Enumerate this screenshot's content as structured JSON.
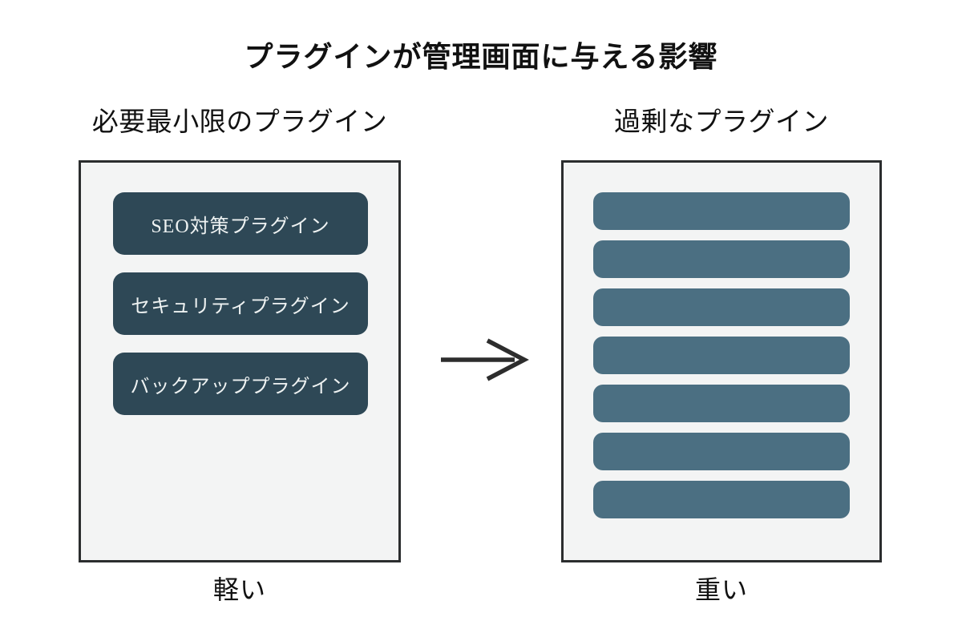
{
  "title": "プラグインが管理画面に与える影響",
  "left_panel": {
    "heading": "必要最小限のプラグイン",
    "plugins": [
      "SEO対策プラグイン",
      "セキュリティプラグイン",
      "バックアッププラグイン"
    ],
    "caption": "軽い"
  },
  "right_panel": {
    "heading": "過剰なプラグイン",
    "bar_count": 7,
    "caption": "重い"
  },
  "arrow": {
    "direction": "right"
  },
  "colors": {
    "page_bg": "#ffffff",
    "panel_bg": "#f3f4f4",
    "panel_border": "#2b2d2e",
    "minimal_bar": "#2e4856",
    "excess_bar": "#4b6f82",
    "bar_text": "#eef2f2",
    "text": "#111111",
    "arrow": "#2d2d2d"
  }
}
